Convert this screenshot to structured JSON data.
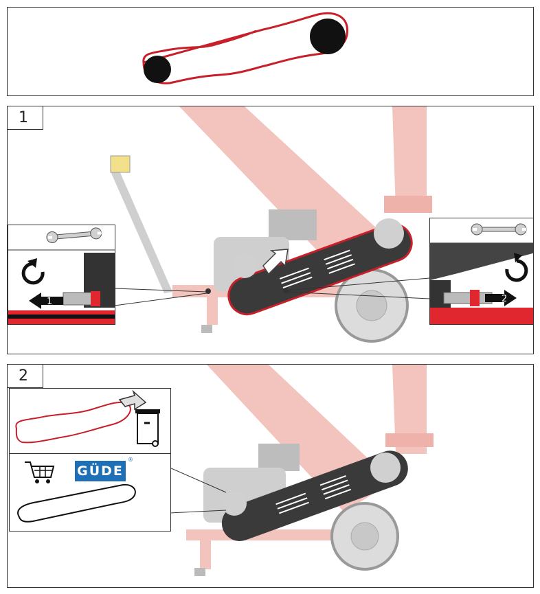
{
  "steps": [
    {
      "number": "1"
    },
    {
      "number": "2"
    }
  ],
  "step1": {
    "left_arrow_number": "1",
    "right_arrow_number": "2"
  },
  "step2": {
    "brand": "GÜDE",
    "brand_mark": "®"
  },
  "icons": {
    "wrench": "wrench-icon",
    "rotate_ccw": "rotate-counterclockwise-icon",
    "rotate_cw": "rotate-clockwise-icon",
    "trash": "trash-bin-icon",
    "cart": "shopping-cart-icon"
  },
  "colors": {
    "belt_red": "#c8202a",
    "machine_red": "#e36b5f",
    "machine_pale": "#f3c3bd",
    "belt_dark": "#3a3a3a",
    "brand_blue": "#1e6fb6"
  }
}
